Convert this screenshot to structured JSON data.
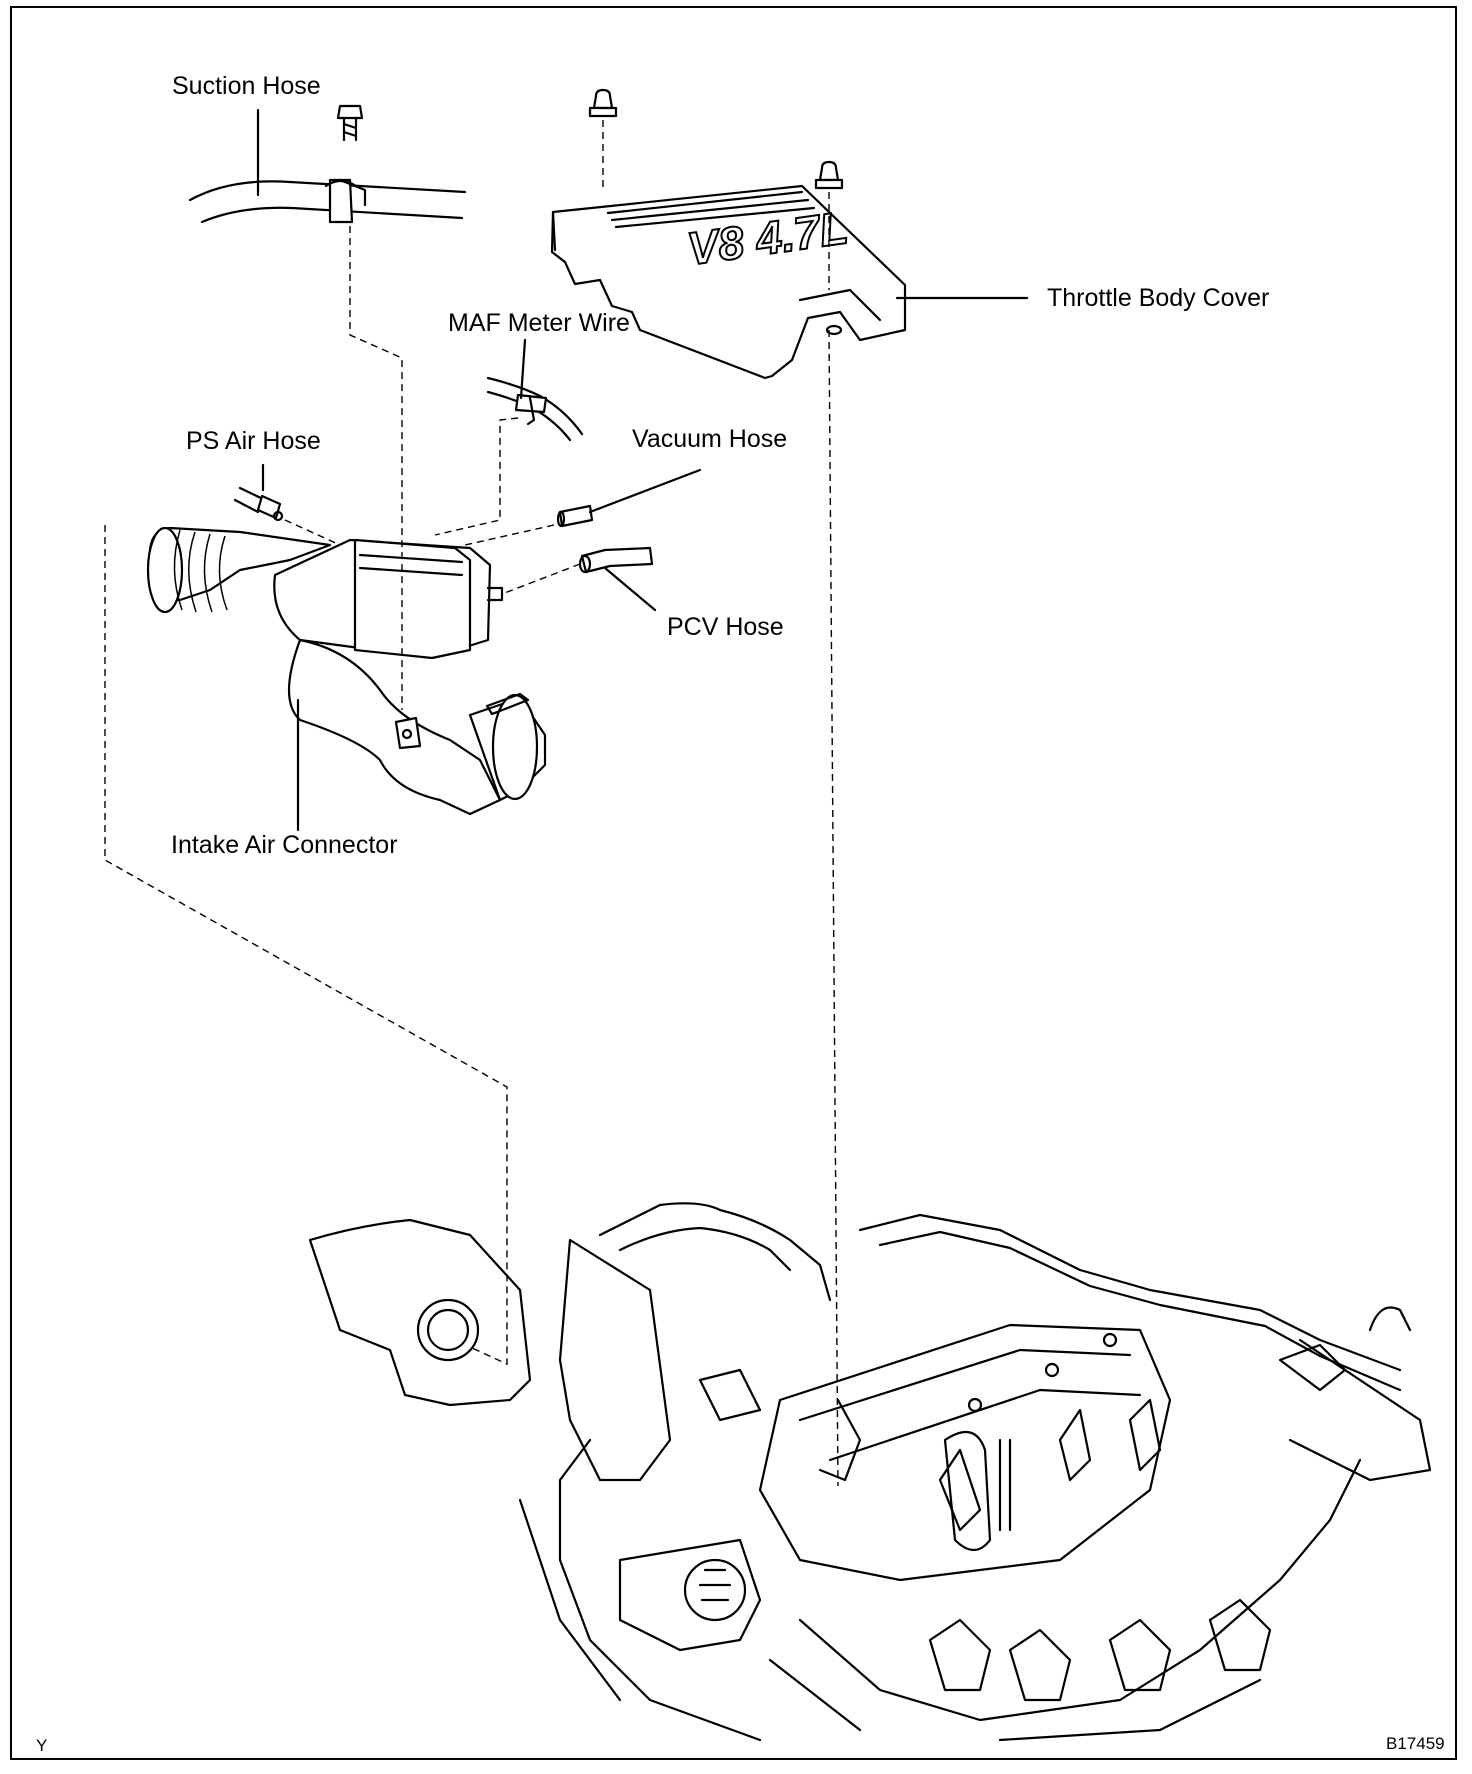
{
  "labels": {
    "suction_hose": "Suction Hose",
    "maf_meter_wire": "MAF Meter Wire",
    "throttle_body_cover": "Throttle Body Cover",
    "ps_air_hose": "PS Air Hose",
    "vacuum_hose": "Vacuum Hose",
    "pcv_hose": "PCV Hose",
    "intake_air_connector": "Intake Air Connector"
  },
  "cover_emblem": "V8 4.7L",
  "corner": {
    "left": "Y",
    "right": "B17459"
  }
}
